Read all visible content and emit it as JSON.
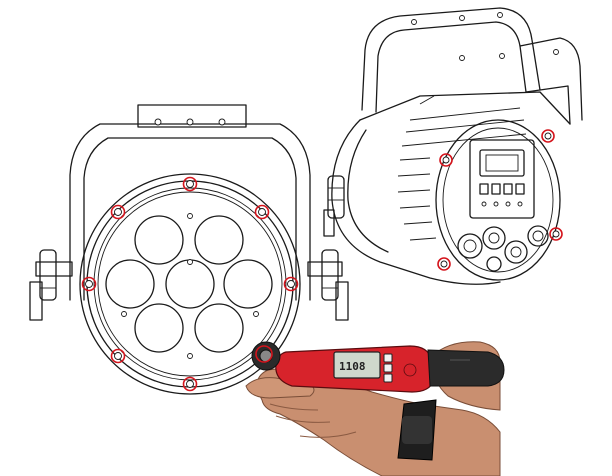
{
  "wrench": {
    "display_value": "1108",
    "body_color": "#d7232b",
    "grip_color": "#2b2b2b",
    "lcd_color": "#cfd8cc"
  },
  "highlight_color": "#d4141c",
  "front_view": {
    "lens_count": 7,
    "screw_count": 8
  },
  "rear_view": {
    "screw_count": 4
  }
}
